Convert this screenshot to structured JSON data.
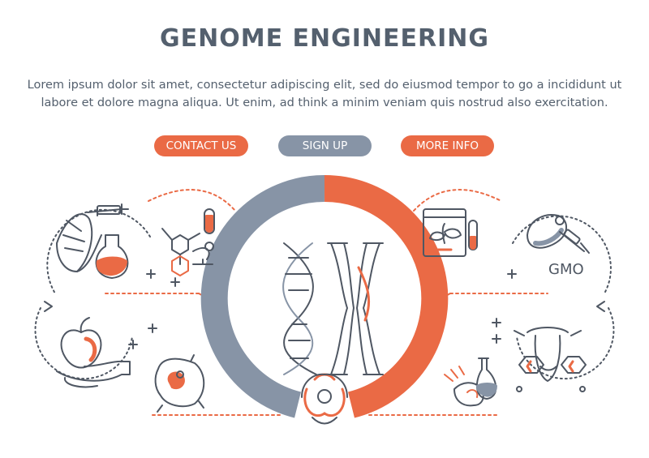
{
  "header": {
    "title": "GENOME ENGINEERING",
    "description": "Lorem ipsum dolor sit amet, consectetur adipiscing elit, sed do eiusmod tempor to go a incididunt ut labore et dolore magna aliqua. Ut enim, ad think a minim veniam quis nostrud also exercitation."
  },
  "buttons": {
    "contact": "CONTACT US",
    "signup": "SIGN UP",
    "more": "MORE INFO"
  },
  "labels": {
    "gmo": "GMO"
  },
  "colors": {
    "accent": "#ea6a45",
    "gray": "#8794a6",
    "text": "#54606e"
  },
  "icons": [
    "syringe-icon",
    "corn-icon",
    "flask-icon",
    "molecule-icon",
    "test-tube-icon",
    "microscope-icon",
    "apple-icon",
    "hand-icon",
    "cell-icon",
    "dna-icon",
    "chromosome-icon",
    "biohazard-icon",
    "plant-icon",
    "meat-icon",
    "fire-icon",
    "cow-icon"
  ]
}
